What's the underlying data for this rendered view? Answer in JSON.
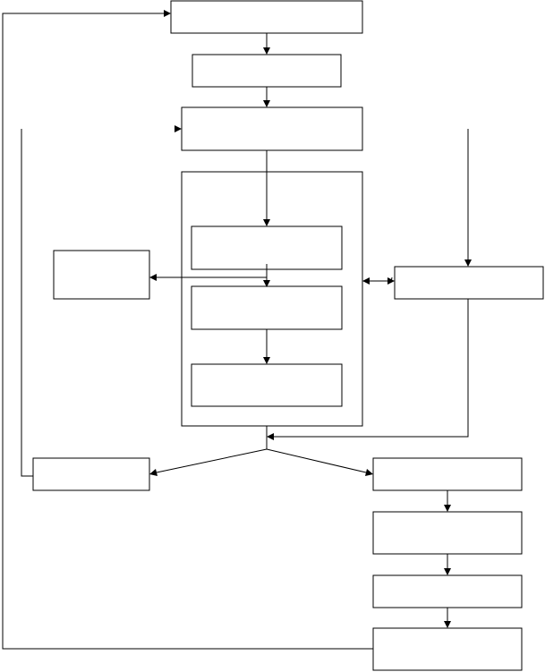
{
  "diagram": {
    "boxes": [
      {
        "id": "top-box",
        "label": ""
      },
      {
        "id": "second-box",
        "label": ""
      },
      {
        "id": "third-box",
        "label": ""
      },
      {
        "id": "container-box",
        "label": ""
      },
      {
        "id": "inner-box-1",
        "label": ""
      },
      {
        "id": "inner-box-2",
        "label": ""
      },
      {
        "id": "inner-box-3",
        "label": ""
      },
      {
        "id": "left-side-box",
        "label": ""
      },
      {
        "id": "right-side-box",
        "label": ""
      },
      {
        "id": "bottom-left-box",
        "label": ""
      },
      {
        "id": "right-chain-box-1",
        "label": ""
      },
      {
        "id": "right-chain-box-2",
        "label": ""
      },
      {
        "id": "right-chain-box-3",
        "label": ""
      },
      {
        "id": "right-chain-box-4",
        "label": ""
      }
    ],
    "colors": {
      "stroke": "#000000",
      "fill": "#ffffff"
    }
  }
}
